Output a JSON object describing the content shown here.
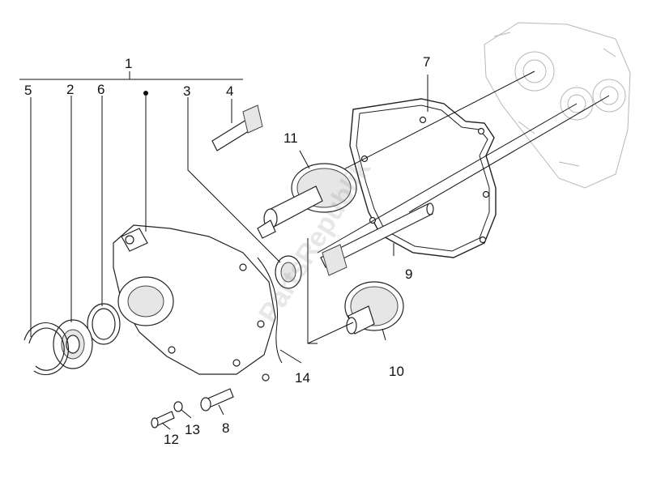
{
  "diagram": {
    "watermark": "PartsRepublik",
    "callouts": {
      "c1": "1",
      "c2": "2",
      "c3": "3",
      "c4": "4",
      "c5": "5",
      "c6": "6",
      "c7": "7",
      "c8": "8",
      "c9": "9",
      "c10": "10",
      "c11": "11",
      "c12": "12",
      "c13": "13",
      "c14": "14"
    }
  }
}
